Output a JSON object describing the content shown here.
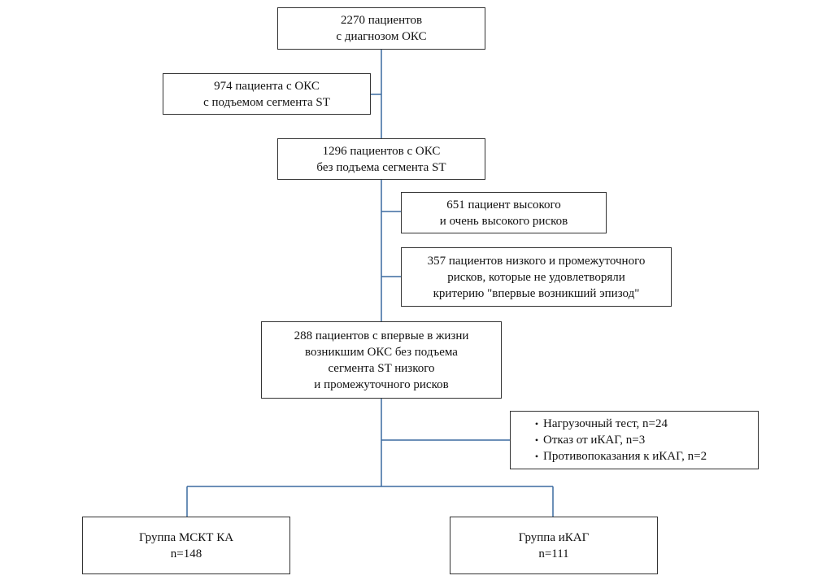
{
  "boxes": {
    "total": [
      "2270 пациентов",
      "с диагнозом ОКС"
    ],
    "stemi": [
      "974 пациента с ОКС",
      "с подъемом сегмента ST"
    ],
    "nstemi": [
      "1296 пациентов с ОКС",
      "без подъема сегмента ST"
    ],
    "high_risk": [
      "651 пациент высокого",
      "и очень высокого рисков"
    ],
    "low_not_first": [
      "357 пациентов низкого и промежуточного",
      "рисков, которые не удовлетворяли",
      "критерию \"впервые возникший эпизод\""
    ],
    "first_episode": [
      "288 пациентов с впервые в жизни",
      "возникшим ОКС без подъема",
      "сегмента ST низкого",
      "и промежуточного рисков"
    ],
    "excluded": [
      "Нагрузочный тест, n=24",
      "Отказ от иКАГ, n=3",
      "Противопоказания к иКАГ, n=2"
    ],
    "group_msct": [
      "Группа МСКТ КА",
      "n=148"
    ],
    "group_ikag": [
      "Группа иКАГ",
      "n=111"
    ]
  },
  "colors": {
    "connector": "#3b6aa0",
    "border": "#333333"
  }
}
